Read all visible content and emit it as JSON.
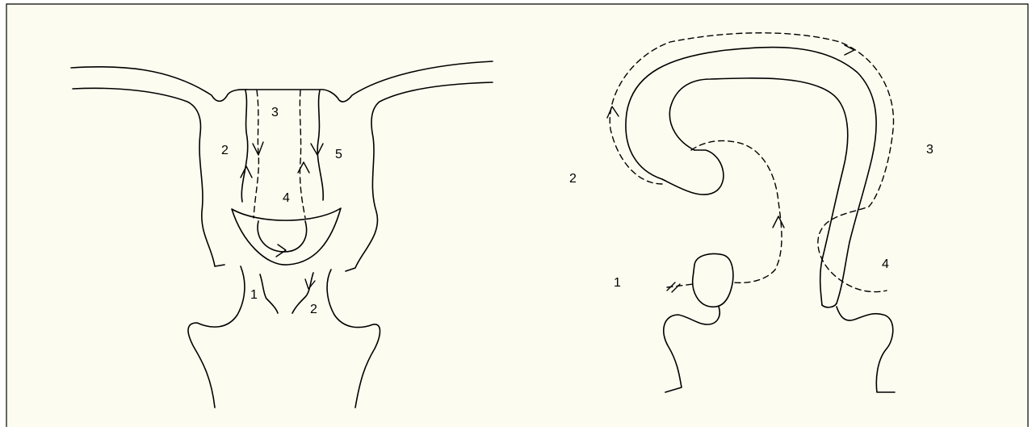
{
  "colors": {
    "background": "#fdfcf0",
    "frame": "#000000",
    "stroke": "#000000"
  },
  "left_figure": {
    "labels": {
      "l1": "1",
      "l2a": "2",
      "l2b": "2",
      "l3": "3",
      "l4": "4",
      "l5": "5"
    }
  },
  "right_figure": {
    "labels": {
      "r1": "1",
      "r2": "2",
      "r3": "3",
      "r4": "4"
    }
  }
}
